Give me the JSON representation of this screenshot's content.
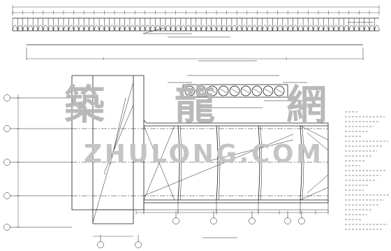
{
  "watermark": {
    "chars": [
      "築",
      "龍",
      "網"
    ],
    "latin": "ZHULONG.COM"
  }
}
